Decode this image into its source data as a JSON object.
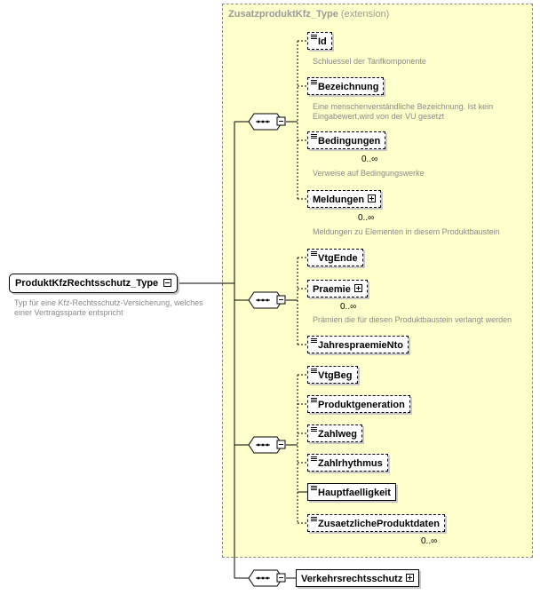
{
  "extension": {
    "name": "ZusatzproduktKfz_Type",
    "kind": "(extension)"
  },
  "root": {
    "name": "ProduktKfzRechtsschutz_Type",
    "doc": [
      "Typ für eine Kfz-Rechtsschutz-Versicherung, welches",
      "einer Vertragssparte entspricht"
    ]
  },
  "elements": {
    "id": {
      "name": "Id",
      "doc": [
        "Schluessel der Tarifkomponente"
      ]
    },
    "bezeichnung": {
      "name": "Bezeichnung",
      "doc": [
        "Eine menschenverständliche Bezeichnung. Ist kein",
        "Eingabewert,wird von der VU gesetzt"
      ]
    },
    "bedingungen": {
      "name": "Bedingungen",
      "occurs": "0..∞",
      "doc": [
        "Verweise auf Bedingungswerke"
      ]
    },
    "meldungen": {
      "name": "Meldungen",
      "occurs": "0..∞",
      "doc": [
        "Meldungen zu Elementen in diesem Produktbaustein"
      ]
    },
    "vtgende": {
      "name": "VtgEnde"
    },
    "praemie": {
      "name": "Praemie",
      "occurs": "0..∞",
      "doc": [
        "Prämien die für diesen Produktbaustein verlangt werden"
      ]
    },
    "jahrespraemie": {
      "name": "JahrespraemieNto"
    },
    "vtgbeg": {
      "name": "VtgBeg"
    },
    "produktgeneration": {
      "name": "Produktgeneration"
    },
    "zahlweg": {
      "name": "Zahlweg"
    },
    "zahlrhythmus": {
      "name": "Zahlrhythmus"
    },
    "hauptfaelligkeit": {
      "name": "Hauptfaelligkeit"
    },
    "zusaetzliche": {
      "name": "ZusaetzlicheProduktdaten",
      "occurs": "0..∞"
    },
    "verkehrsrechtsschutz": {
      "name": "Verkehrsrechtsschutz"
    }
  }
}
